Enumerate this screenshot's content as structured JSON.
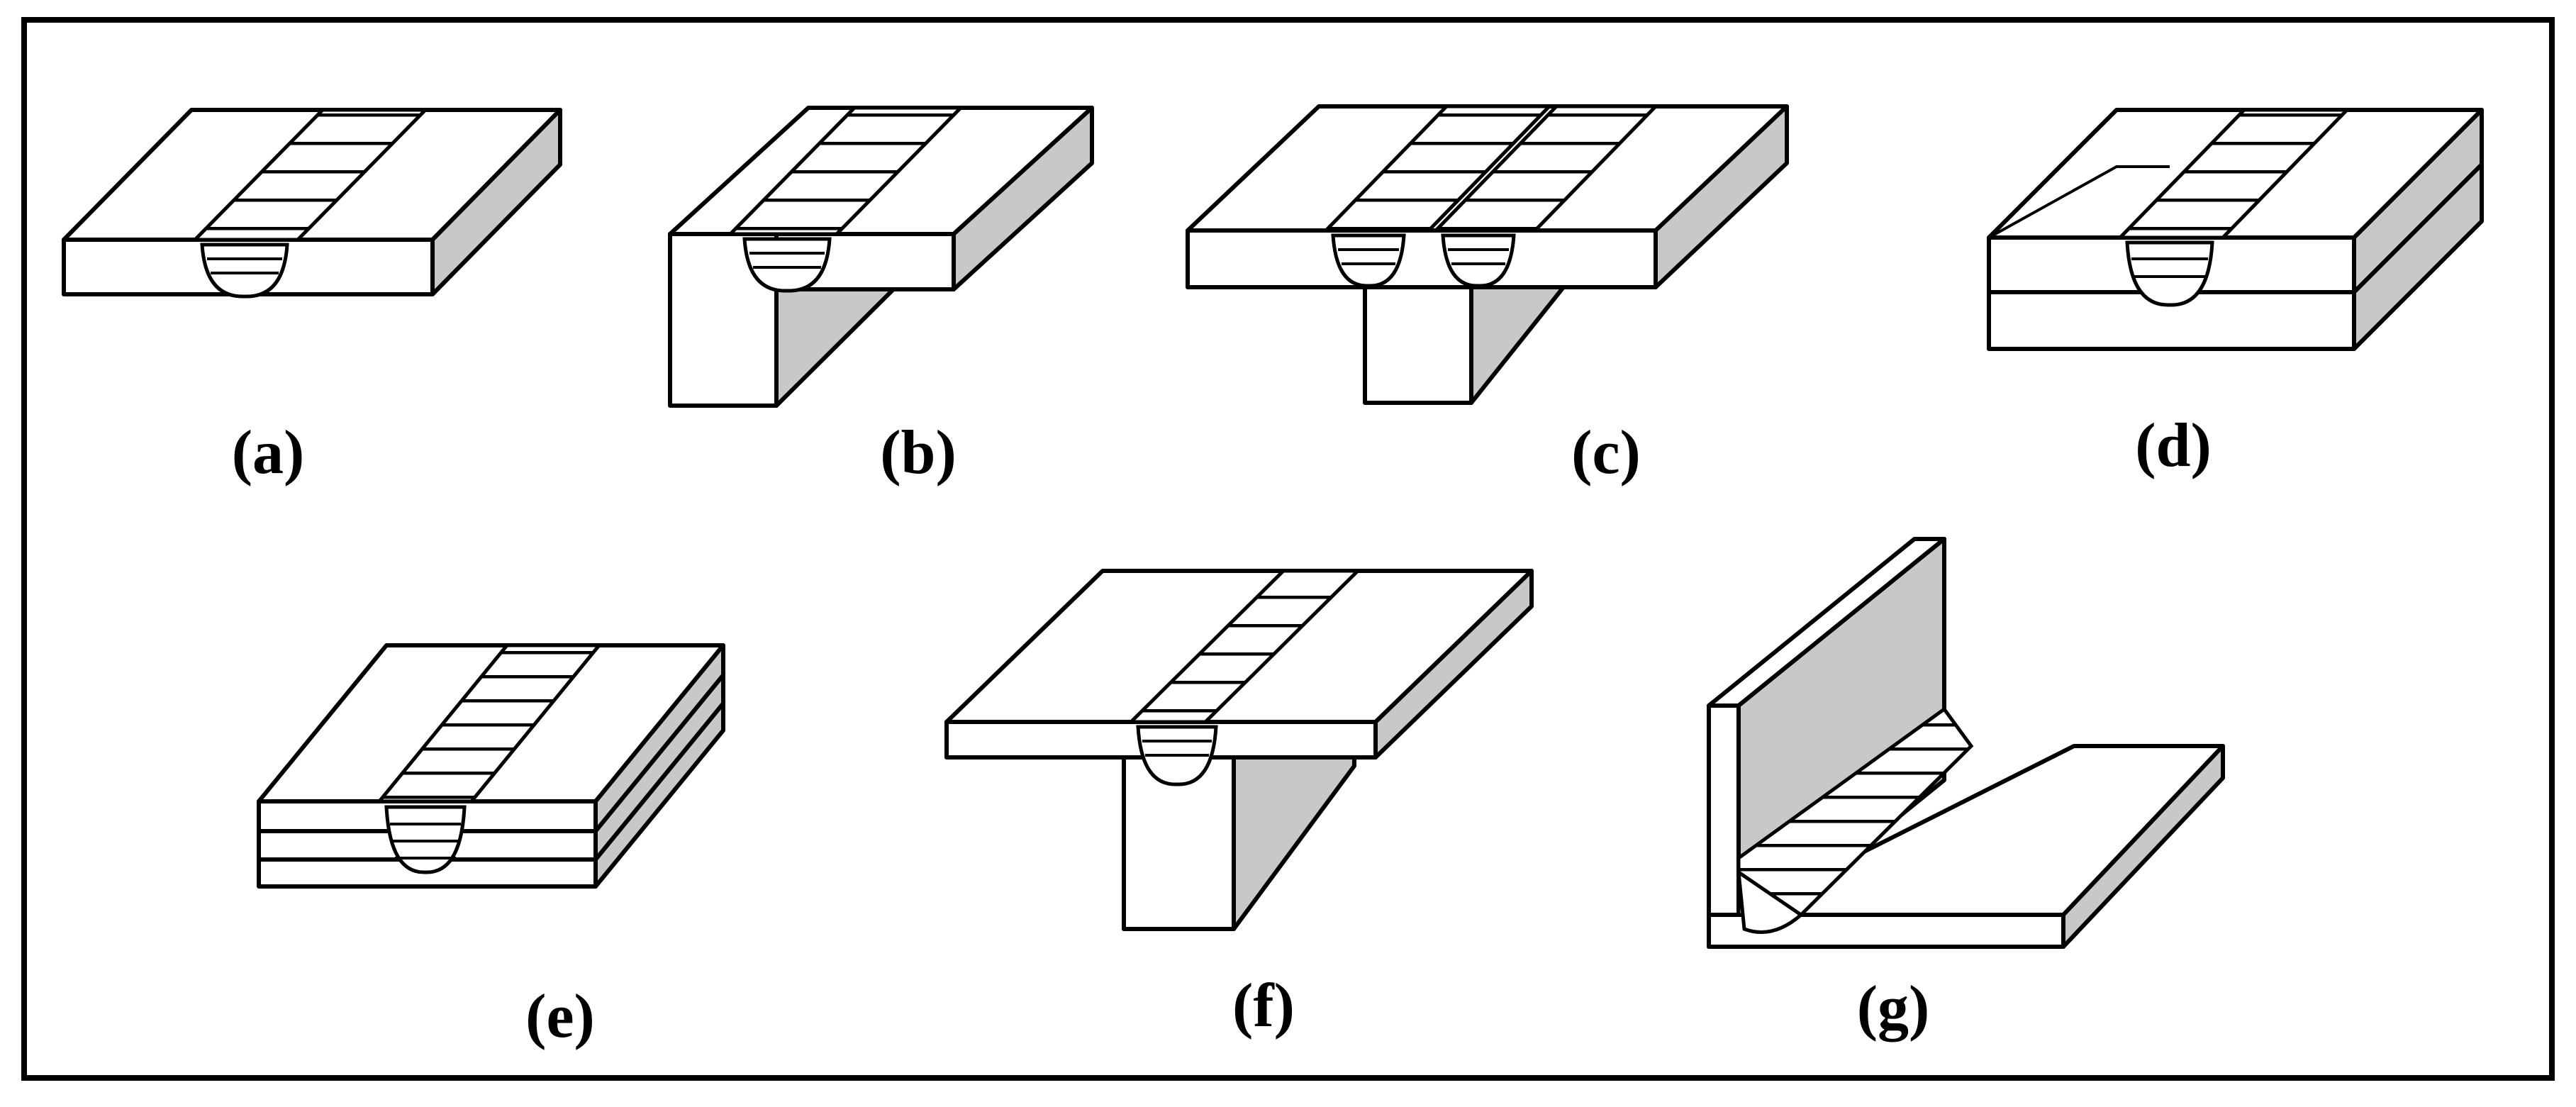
{
  "figure": {
    "panels": [
      {
        "id": "a",
        "label": "(a)"
      },
      {
        "id": "b",
        "label": "(b)"
      },
      {
        "id": "c",
        "label": "(c)"
      },
      {
        "id": "d",
        "label": "(d)"
      },
      {
        "id": "e",
        "label": "(e)"
      },
      {
        "id": "f",
        "label": "(f)"
      },
      {
        "id": "g",
        "label": "(g)"
      }
    ]
  },
  "colors": {
    "stroke": "#000000",
    "background": "#ffffff",
    "shade": "#c8c8c8"
  }
}
